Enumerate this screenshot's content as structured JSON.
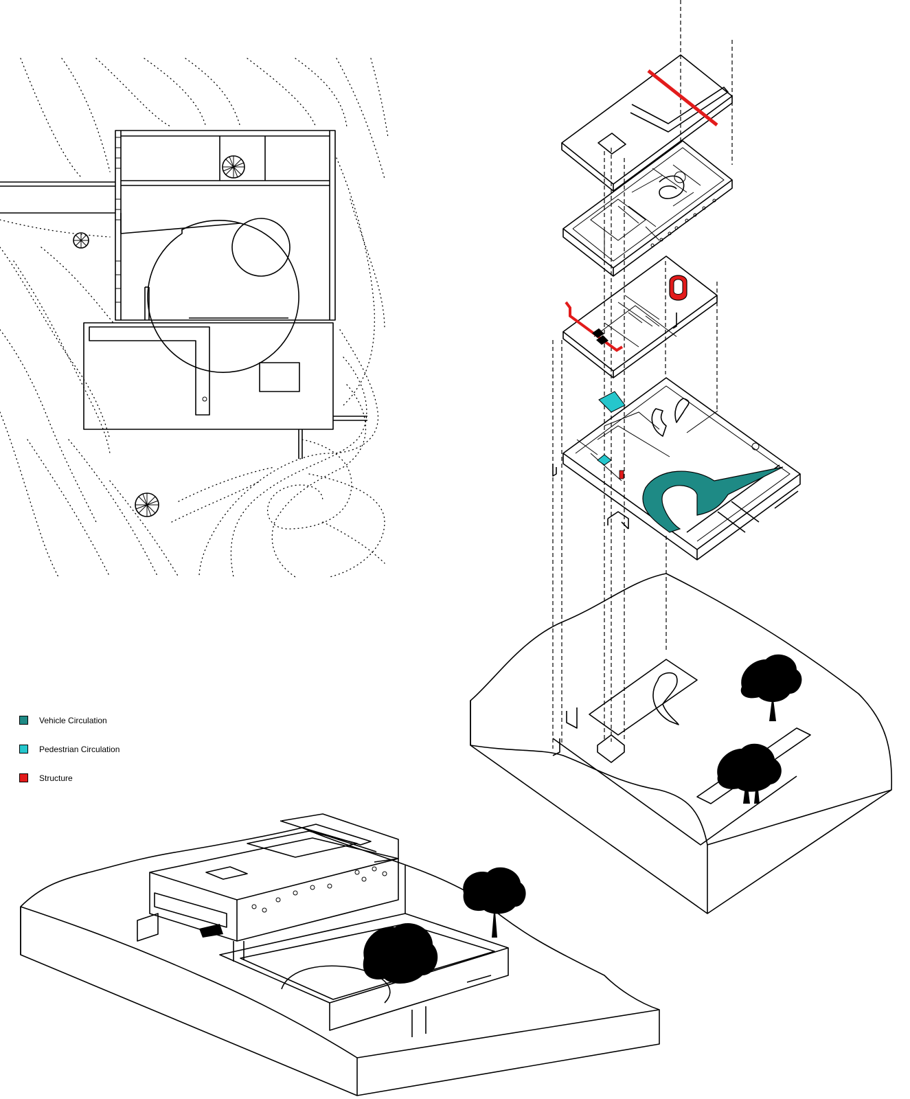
{
  "legend": {
    "items": [
      {
        "label": "Vehicle Circulation",
        "color": "#1e8a85"
      },
      {
        "label": "Pedestrian Circulation",
        "color": "#25c6cc"
      },
      {
        "label": "Structure",
        "color": "#e21b1b"
      }
    ]
  },
  "colors": {
    "line": "#000000",
    "vehicle": "#1e8a85",
    "pedestrian": "#25c6cc",
    "structure": "#e21b1b",
    "background": "#ffffff"
  },
  "icons": [
    "tree-icon"
  ]
}
